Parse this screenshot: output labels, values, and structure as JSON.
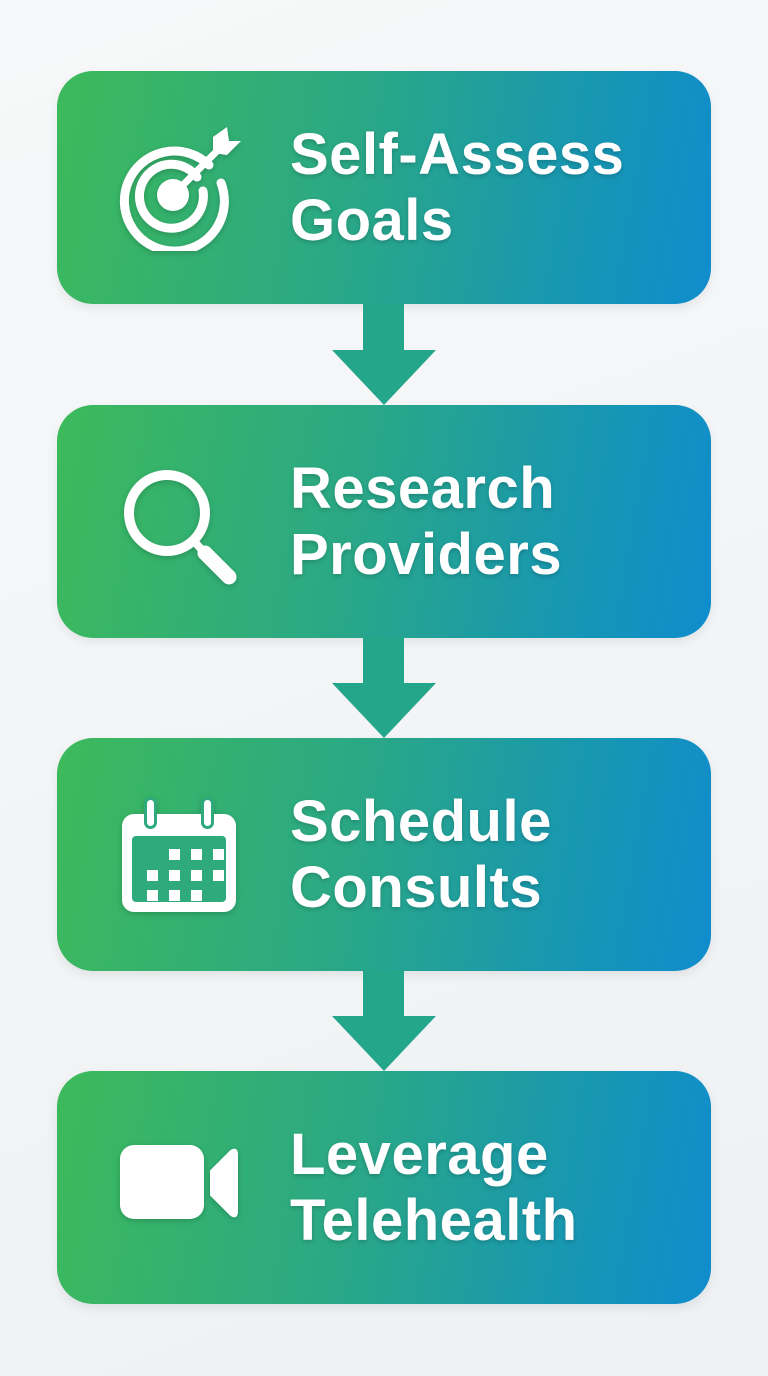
{
  "diagram": {
    "type": "vertical-flowchart",
    "colors": {
      "gradient_start": "#3dba5a",
      "gradient_end": "#108ccd",
      "arrow": "#22a58a",
      "background": "#f3f5f6",
      "text": "#ffffff"
    },
    "steps": [
      {
        "line1": "Self-Assess",
        "line2": "Goals",
        "icon": "target-icon"
      },
      {
        "line1": "Research",
        "line2": "Providers",
        "icon": "magnifier-icon"
      },
      {
        "line1": "Schedule",
        "line2": "Consults",
        "icon": "calendar-icon"
      },
      {
        "line1": "Leverage",
        "line2": "Telehealth",
        "icon": "video-camera-icon"
      }
    ],
    "connectors": [
      "down-arrow",
      "down-arrow",
      "down-arrow"
    ]
  }
}
